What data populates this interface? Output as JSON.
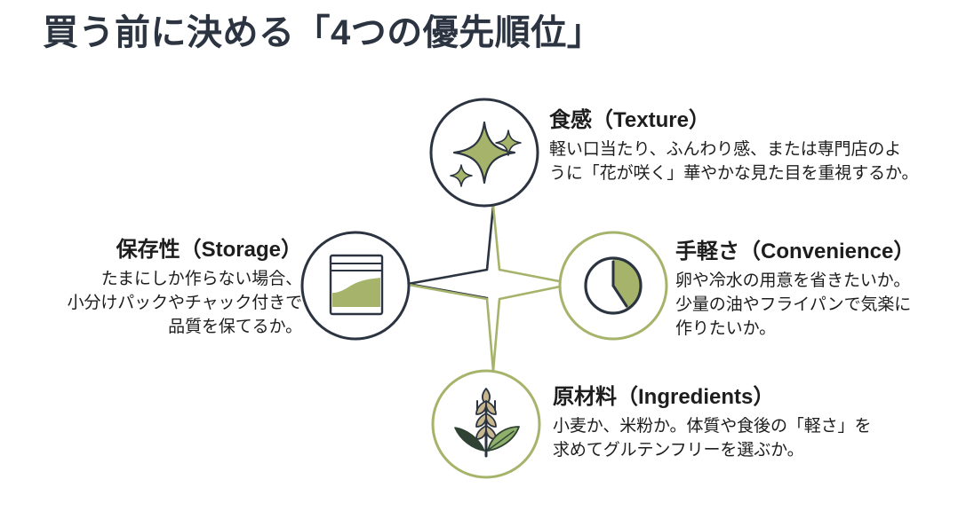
{
  "page": {
    "title": "買う前に決める「4つの優先順位」",
    "background_color": "#ffffff"
  },
  "palette": {
    "title_color": "#2b3440",
    "text_color": "#1d1d1d",
    "navy": "#2b3440",
    "olive": "#a5b46a",
    "olive_dark": "#8c9c54",
    "wheat_tan": "#c8b78e",
    "leaf_dark": "#2f4233",
    "leaf_green": "#8fb06a"
  },
  "diagram": {
    "type": "four-node-radial",
    "center_icon": "four-point-sparkle-connector",
    "nodes": [
      {
        "id": "texture",
        "position": "top",
        "icon": "sparkle-icon",
        "ring_color": "#2b3440",
        "heading": "食感（Texture）",
        "description": "軽い口当たり、ふんわり感、または専門店のように「花が咲く」華やかな見た目を重視するか。",
        "description_lines": [
          "軽い口当たり、ふんわり感、または専門店のよ",
          "うに「花が咲く」華やかな見た目を重視するか。"
        ]
      },
      {
        "id": "convenience",
        "position": "right",
        "icon": "clock-icon",
        "ring_color": "#a5b46a",
        "heading": "手軽さ（Convenience）",
        "description": "卵や冷水の用意を省きたいか。少量の油やフライパンで気楽に作りたいか。",
        "description_lines": [
          "卵や冷水の用意を省きたいか。",
          "少量の油やフライパンで気楽に",
          "作りたいか。"
        ]
      },
      {
        "id": "ingredients",
        "position": "bottom",
        "icon": "wheat-icon",
        "ring_color": "#a5b46a",
        "heading": "原材料（Ingredients）",
        "description": "小麦か、米粉か。体質や食後の「軽さ」を求めてグルテンフリーを選ぶか。",
        "description_lines": [
          "小麦か、米粉か。体質や食後の「軽さ」を",
          "求めてグルテンフリーを選ぶか。"
        ]
      },
      {
        "id": "storage",
        "position": "left",
        "icon": "zip-pouch-icon",
        "ring_color": "#2b3440",
        "heading": "保存性（Storage）",
        "description": "たまにしか作らない場合、小分けパックやチャック付きで品質を保てるか。",
        "description_lines": [
          "たまにしか作らない場合、",
          "小分けパックやチャック付きで",
          "品質を保てるか。"
        ]
      }
    ]
  }
}
